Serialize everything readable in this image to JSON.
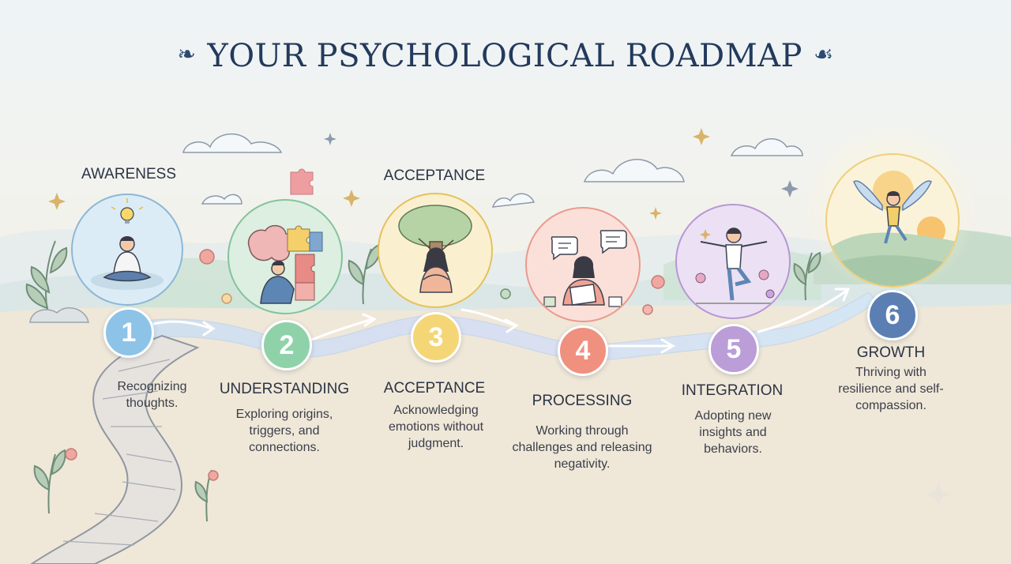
{
  "title": "YOUR PSYCHOLOGICAL ROADMAP",
  "steps": [
    {
      "number": "1",
      "top_label": "AWARENESS",
      "description": "Recognizing thoughts.",
      "color": "#8ec3e8",
      "illustration": "meditation-icon"
    },
    {
      "number": "2",
      "top_label": "UNDERSTANDING",
      "description": "Exploring origins, triggers, and connections.",
      "color": "#8fd2a9",
      "illustration": "brain-puzzle-icon"
    },
    {
      "number": "3",
      "top_label": "ACCEPTANCE",
      "bottom_label": "ACCEPTANCE",
      "description": "Acknowledging emotions without judgment.",
      "color": "#f5d676",
      "illustration": "tree-hug-icon"
    },
    {
      "number": "4",
      "top_label": "PROCESSING",
      "description": "Working through challenges and releasing negativity.",
      "color": "#f0907f",
      "illustration": "journaling-icon"
    },
    {
      "number": "5",
      "top_label": "INTEGRATION",
      "description": "Adopting new insights and behaviors.",
      "color": "#bb9dd8",
      "illustration": "balance-pose-icon"
    },
    {
      "number": "6",
      "top_label": "GROWTH",
      "description": "Thriving with resilience and self-compassion.",
      "color": "#5b7fb3",
      "illustration": "winged-figure-icon"
    }
  ]
}
